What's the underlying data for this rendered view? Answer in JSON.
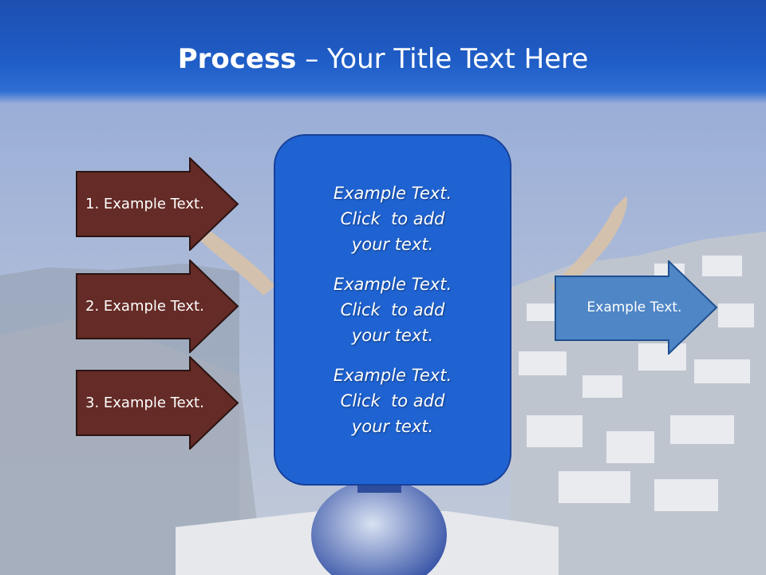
{
  "title": {
    "bold": "Process",
    "rest": " – Your Title Text Here"
  },
  "left_arrows": [
    {
      "label": "1. Example Text."
    },
    {
      "label": "2. Example Text."
    },
    {
      "label": "3. Example Text."
    }
  ],
  "center_box": {
    "items": [
      {
        "line1": "Example Text.",
        "line2": "Click  to add",
        "line3": "your text."
      },
      {
        "line1": "Example Text.",
        "line2": "Click  to add",
        "line3": "your text."
      },
      {
        "line1": "Example Text.",
        "line2": "Click  to add",
        "line3": "your text."
      }
    ]
  },
  "right_arrow": {
    "label": "Example Text."
  },
  "colors": {
    "left_arrow_fill": "#652b26",
    "center_box_fill": "#1f63d3",
    "right_arrow_fill": "#4f86c6"
  }
}
